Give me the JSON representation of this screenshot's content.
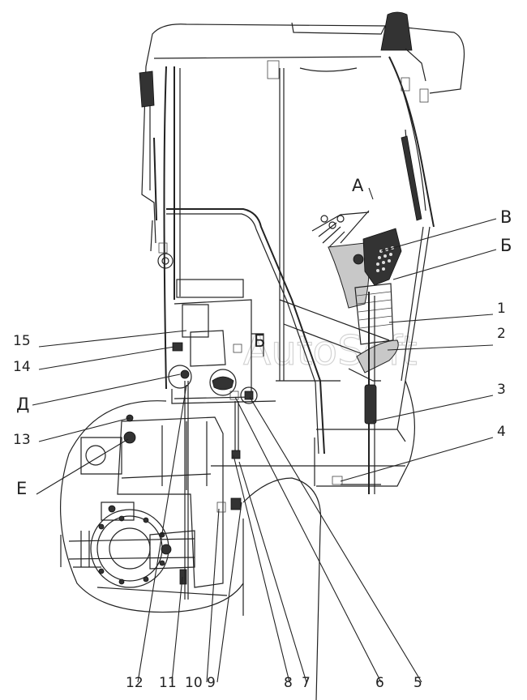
{
  "watermark": "AutoSoft",
  "view_letters": {
    "A": "А",
    "V": "В",
    "B": "Б",
    "D": "Д",
    "E": "Е",
    "B_inner": "Б"
  },
  "right_callouts": [
    "1",
    "2",
    "3",
    "4"
  ],
  "left_callouts": [
    "15",
    "14",
    "13"
  ],
  "bottom_callouts": [
    "12",
    "11",
    "10",
    "9",
    "8",
    "7",
    "6",
    "5"
  ]
}
